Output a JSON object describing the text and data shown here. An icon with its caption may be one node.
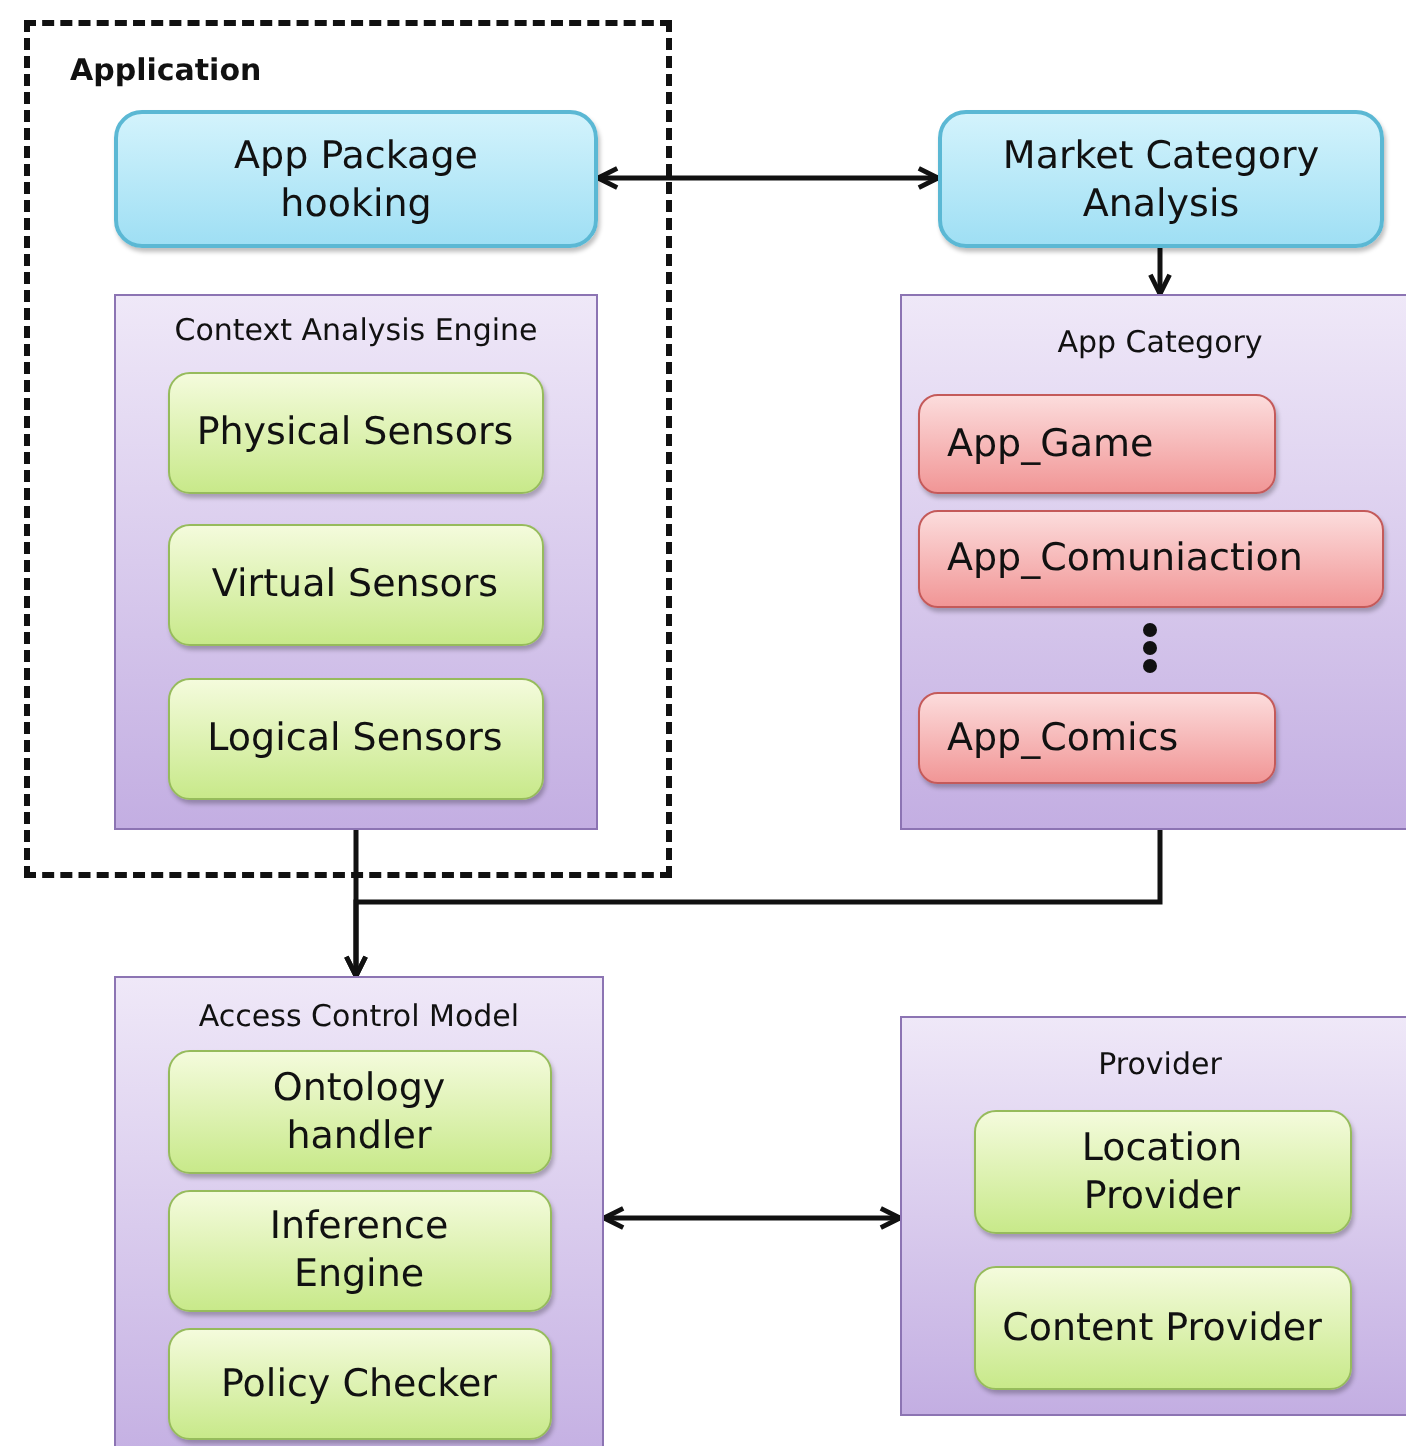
{
  "diagram": {
    "nodes": [
      {
        "text": [
          "Application"
        ]
      },
      {
        "text": [
          "App Package hooking"
        ],
        "in": 0
      },
      {
        "text": [
          "Context Analysis Engine"
        ],
        "in": 0
      },
      {
        "text": [
          "Physical Sensors"
        ],
        "in": 2
      },
      {
        "text": [
          "Virtual Sensors"
        ],
        "in": 2
      },
      {
        "text": [
          "Logical Sensors"
        ],
        "in": 2
      },
      {
        "text": [
          "Market Category Analysis"
        ]
      },
      {
        "text": [
          "App Category"
        ]
      },
      {
        "text": [
          "App_Game"
        ],
        "in": 7
      },
      {
        "text": [
          "App_Comuniaction"
        ],
        "in": 7
      },
      {
        "text": [
          "App_Comics"
        ],
        "in": 7
      },
      {
        "text": [
          "Access Control Model"
        ]
      },
      {
        "text": [
          "Ontology handler"
        ],
        "in": 11
      },
      {
        "text": [
          "Inference Engine"
        ],
        "in": 11
      },
      {
        "text": [
          "Policy Checker"
        ],
        "in": 11
      },
      {
        "text": [
          "Provider"
        ]
      },
      {
        "text": [
          "Location Provider"
        ],
        "in": 15
      },
      {
        "text": [
          "Content Provider"
        ],
        "in": 15
      }
    ],
    "edges": [
      {
        "from": 1,
        "to": 6,
        "arrow": "both"
      },
      {
        "from": 6,
        "to": 7,
        "arrow": "to"
      },
      {
        "from": 2,
        "to": 11,
        "arrow": "to"
      },
      {
        "from": 7,
        "to": 11,
        "arrow": "to"
      },
      {
        "from": 11,
        "to": 15,
        "arrow": "both"
      }
    ]
  }
}
